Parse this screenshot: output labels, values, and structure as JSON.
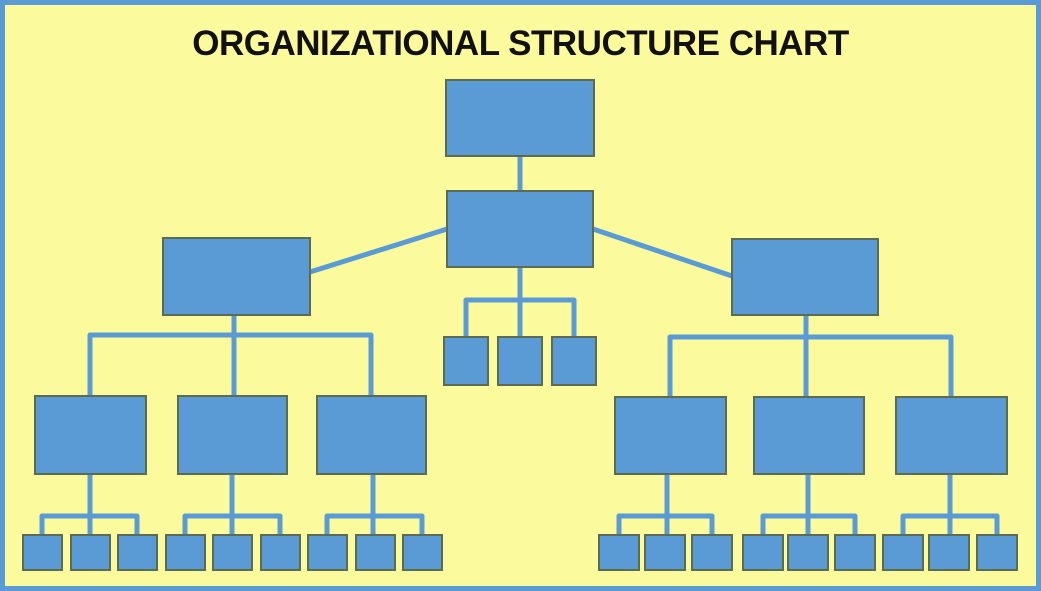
{
  "title": "ORGANIZATIONAL STRUCTURE CHART",
  "colors": {
    "background": "#fbfb9d",
    "frame_border": "#5b9bd5",
    "box_fill": "#5b9bd5",
    "box_border": "#5c6b52",
    "connector": "#5b9bd5",
    "title_color": "#111111"
  },
  "structure": {
    "diagram_type": "organizational-chart",
    "boxes_have_text": false,
    "top_level_boxes": 1,
    "second_level_boxes": 1,
    "second_level_small_reports": 3,
    "branch_boxes": 2,
    "manager_boxes_per_branch": 3,
    "staff_boxes_per_manager": 3,
    "total_boxes": 31
  }
}
